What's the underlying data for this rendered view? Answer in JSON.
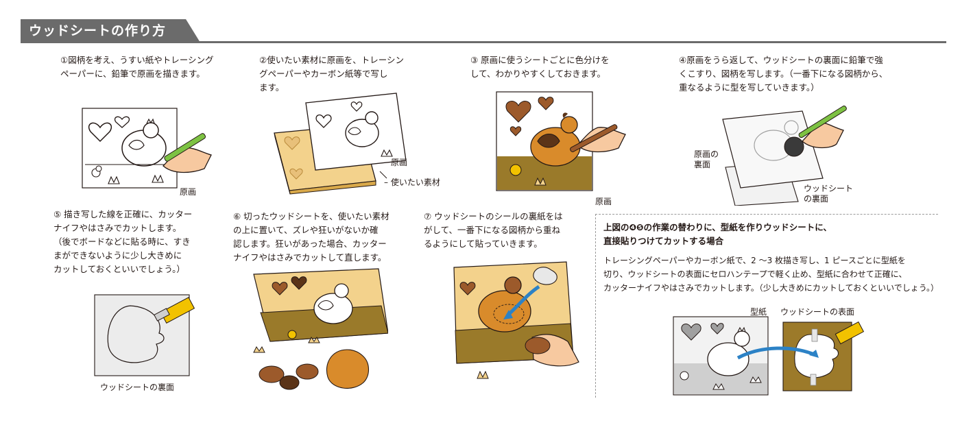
{
  "header": {
    "title": "ウッドシートの作り方"
  },
  "steps": [
    {
      "text": "①図柄を考え、うすい紙やトレーシング\nペーパーに、鉛筆で原画を描きます。"
    },
    {
      "text": "②使いたい素材に原画を、トレーシン\nグペーパーやカーボン紙等で写し\nます。"
    },
    {
      "text": "③ 原画に使うシートごとに色分けを\nして、わかりやすくしておきます。"
    },
    {
      "text": "④原画をうら返して、ウッドシートの裏面に鉛筆で強\nくこすり、図柄を写します。（一番下になる図柄から、\n重なるように型を写していきます。）"
    },
    {
      "text": "⑤ 描き写した線を正確に、カッター\nナイフやはさみでカットします。\n（後でボードなどに貼る時に、すき\nまができないように少し大きめに\nカットしておくといいでしょう。）"
    },
    {
      "text": "⑥ 切ったウッドシートを、使いたい素材\nの上に置いて、ズレや狂いがないか確\n認します。狂いがあった場合、カッター\nナイフやはさみでカットして直します。"
    },
    {
      "text": "⑦ ウッドシートのシールの裏紙をは\nがして、一番下になる図柄から重ね\nるようにして貼っていきます。"
    }
  ],
  "captions": {
    "original_1": "原画",
    "original_2": "原画",
    "material": "使いたい素材",
    "original_3": "原画",
    "original_back": "原画の\n裏面",
    "wood_back_4": "ウッドシート\nの裏面",
    "wood_back_5": "ウッドシートの裏面",
    "pattern": "型紙",
    "wood_front": "ウッドシートの表面"
  },
  "alternative": {
    "title": "上図の❹❺の作業の替わりに、型紙を作りウッドシートに、\n直接貼りつけてカットする場合",
    "body": "トレーシングペーパーやカーボン紙で、2 ～3 枚描き写し、1 ピースごとに型紙を\n切り、ウッドシートの表面にセロハンテープで軽く止め、型紙に合わせて正確に、\nカッターナイフやはさみでカットします。（少し大きめにカットしておくといいでしょう。）"
  },
  "colors": {
    "header_bg": "#6b6b6b",
    "wood_light": "#f3d28c",
    "wood_brown": "#9c5a2b",
    "wood_dark": "#5b3418",
    "skin": "#f7c9a0",
    "pencil_green": "#7dc243",
    "arrow_blue": "#2c82c6",
    "cutter_yellow": "#f2c200",
    "grass_olive": "#9a7a2a"
  }
}
